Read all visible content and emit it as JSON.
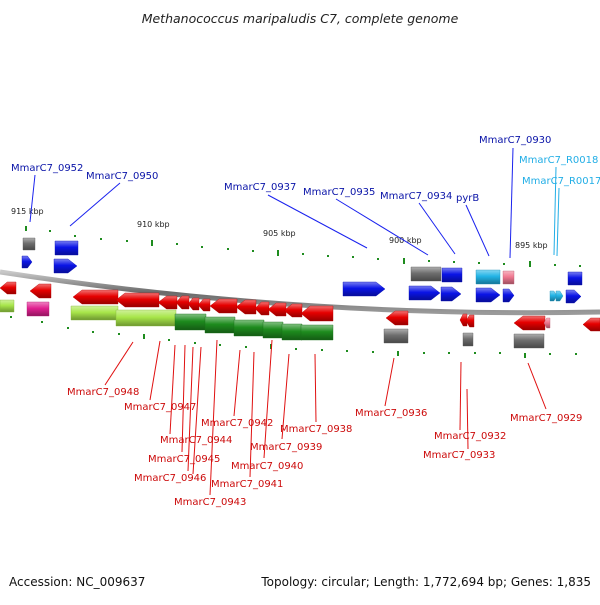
{
  "title": "Methanococcus maripaludis C7, complete genome",
  "footer": {
    "accession": "Accession: NC_009637",
    "topology": "Topology: circular; Length: 1,772,694 bp; Genes: 1,835"
  },
  "colors": {
    "forward_label": "#0a14a8",
    "reverse_label": "#cc0a0a",
    "rna_label": "#22aee6",
    "backbone": "#8a8a8a",
    "gene_red": "#e60000",
    "gene_blue": "#0a14e6",
    "gene_grey": "#6e6e6e",
    "gene_green": "#1e8c1e",
    "gene_lime": "#a8e64a",
    "gene_cyan": "#22b4e6",
    "gene_pink": "#f07890",
    "gene_magenta": "#e02090"
  },
  "scale_ticks": [
    "915 kbp",
    "910 kbp",
    "905 kbp",
    "900 kbp",
    "895 kbp"
  ],
  "forward_labels": [
    "MmarC7_0952",
    "MmarC7_0950",
    "MmarC7_0937",
    "MmarC7_0935",
    "MmarC7_0934",
    "pyrB",
    "MmarC7_0930"
  ],
  "rna_labels": [
    "MmarC7_R0018",
    "MmarC7_R0017"
  ],
  "reverse_labels": [
    "MmarC7_0948",
    "MmarC7_0947",
    "MmarC7_0944",
    "MmarC7_0945",
    "MmarC7_0946",
    "MmarC7_0943",
    "MmarC7_0942",
    "MmarC7_0941",
    "MmarC7_0940",
    "MmarC7_0939",
    "MmarC7_0938",
    "MmarC7_0936",
    "MmarC7_0932",
    "MmarC7_0933",
    "MmarC7_0929"
  ]
}
